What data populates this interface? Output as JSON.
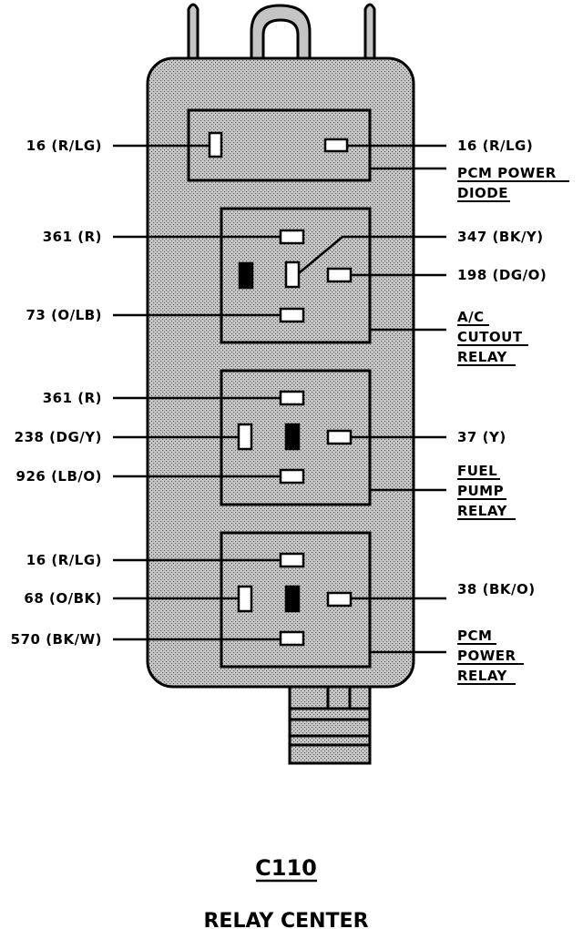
{
  "diagram": {
    "connector_id": "C110",
    "title": "RELAY CENTER",
    "colors": {
      "line": "#000000",
      "body_fill": "#b5b5b5",
      "background": "#ffffff",
      "terminal_solid": "#000000",
      "terminal_open": "#ffffff"
    },
    "left_labels": [
      "16 (R/LG)",
      "361 (R)",
      "73 (O/LB)",
      "361 (R)",
      "238 (DG/Y)",
      "926 (LB/O)",
      "16 (R/LG)",
      "68 (O/BK)",
      "570 (BK/W)"
    ],
    "right_labels": [
      "16 (R/LG)",
      "347 (BK/Y)",
      "198 (DG/O)",
      "37 (Y)",
      "38 (BK/O)"
    ],
    "component_labels": [
      {
        "lines": [
          "PCM POWER",
          "DIODE"
        ]
      },
      {
        "lines": [
          "A/C",
          "CUTOUT",
          "RELAY"
        ]
      },
      {
        "lines": [
          "FUEL",
          "PUMP",
          "RELAY"
        ]
      },
      {
        "lines": [
          "PCM",
          "POWER",
          "RELAY"
        ]
      }
    ]
  }
}
